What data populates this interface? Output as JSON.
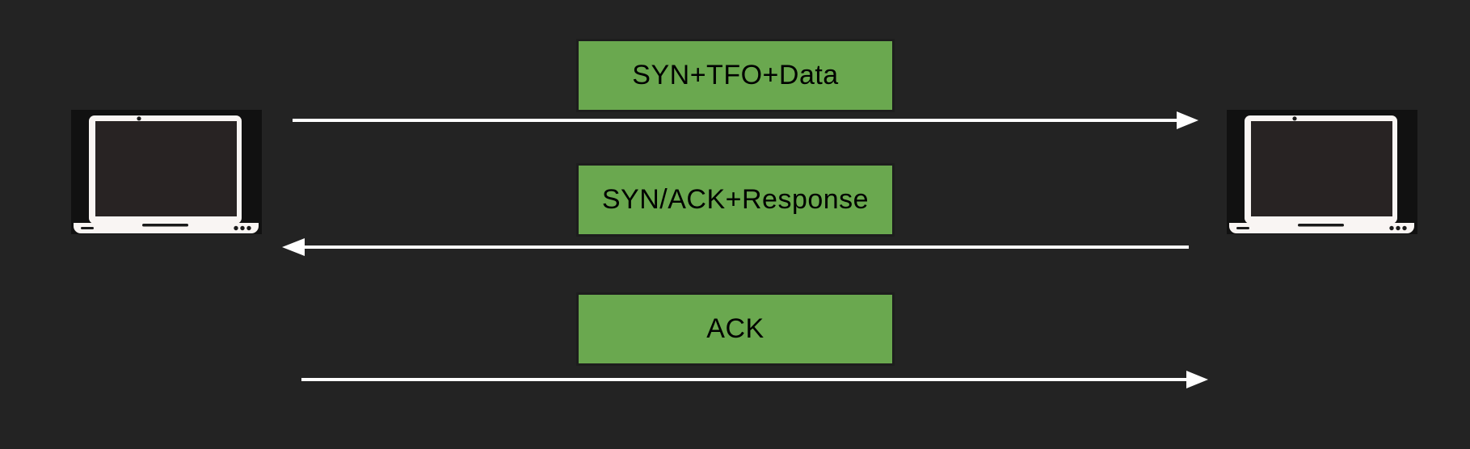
{
  "diagram": {
    "type": "sequence",
    "left_node": {
      "icon": "laptop-icon"
    },
    "right_node": {
      "icon": "laptop-icon"
    },
    "messages": [
      {
        "label": "SYN+TFO+Data",
        "direction": "left-to-right"
      },
      {
        "label": "SYN/ACK+Response",
        "direction": "right-to-left"
      },
      {
        "label": "ACK",
        "direction": "left-to-right"
      }
    ],
    "colors": {
      "background": "#232323",
      "box_fill": "#6aa84f",
      "box_border": "#1d1d1d",
      "box_text": "#000000",
      "arrow": "#ffffff",
      "icon_panel": "#111111",
      "laptop_body": "#f9f5f3",
      "laptop_screen": "#282323",
      "laptop_detail": "#1a1a1a"
    }
  }
}
